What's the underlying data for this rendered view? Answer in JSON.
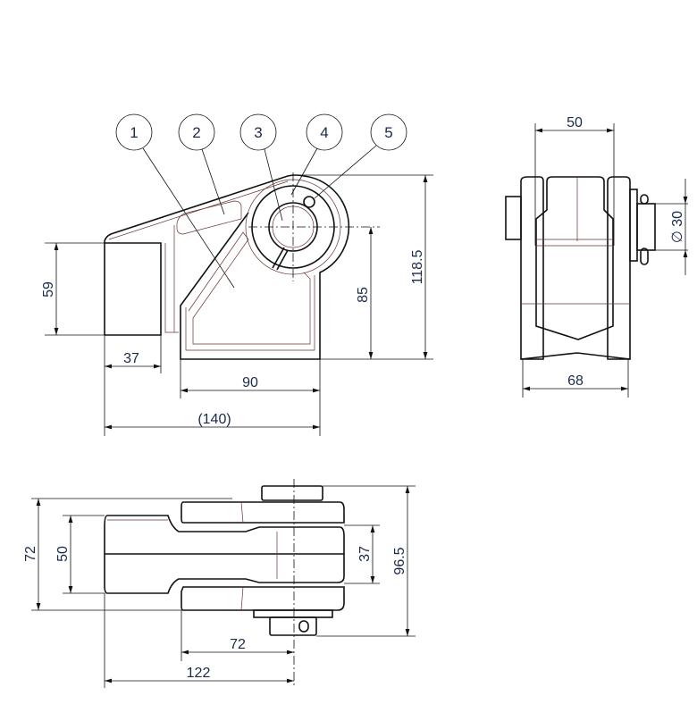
{
  "balloons": [
    "1",
    "2",
    "3",
    "4",
    "5"
  ],
  "front_view": {
    "dim_59": "59",
    "dim_37": "37",
    "dim_90": "90",
    "dim_140": "(140)",
    "dim_85": "85",
    "dim_118_5": "118.5"
  },
  "side_view": {
    "dim_50": "50",
    "dim_68": "68",
    "dim_d30": "∅ 30"
  },
  "top_view": {
    "dim_72_v": "72",
    "dim_50": "50",
    "dim_37": "37",
    "dim_96_5": "96.5",
    "dim_72_h": "72",
    "dim_122": "122"
  }
}
